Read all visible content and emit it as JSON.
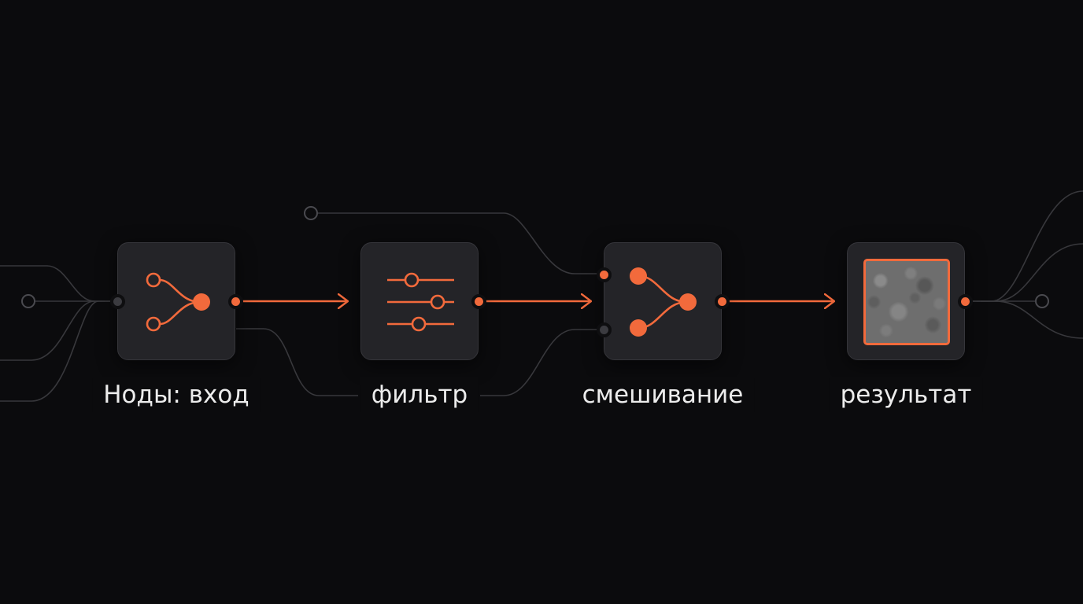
{
  "accent_color": "#f26a3c",
  "idle_port_color": "#3b3b40",
  "wire_color": "#3a3a3e",
  "nodes": [
    {
      "id": "input",
      "label": "Ноды: вход",
      "icon": "branch-merge-icon"
    },
    {
      "id": "filter",
      "label": "фильтр",
      "icon": "sliders-icon"
    },
    {
      "id": "blend",
      "label": "смешивание",
      "icon": "merge-icon"
    },
    {
      "id": "result",
      "label": "результат",
      "icon": "texture-preview"
    }
  ]
}
